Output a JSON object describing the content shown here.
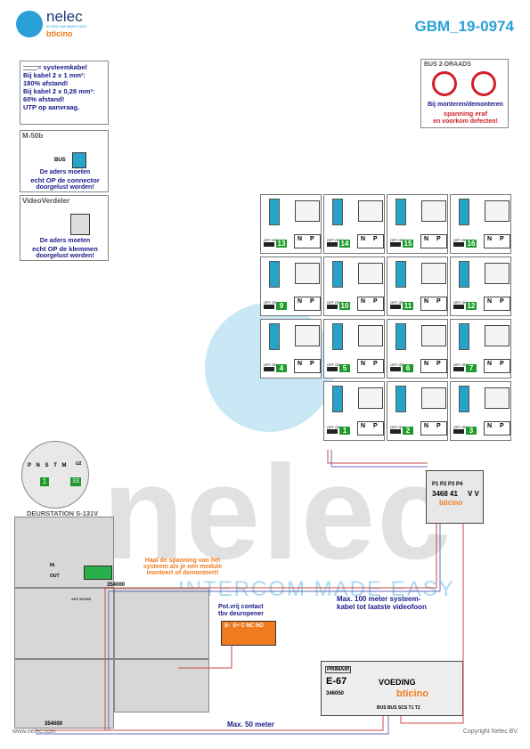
{
  "header": {
    "brand_name": "nelec",
    "brand_tagline": "INTERCOM MADE EASY",
    "brand_sub": "bticino",
    "doc_code": "GBM_19-0974"
  },
  "legend_box": {
    "line1": "= systeemkabel",
    "line2": "Bij kabel 2 x 1 mm²:",
    "line3": "180% afstand!",
    "line4": "Bij kabel 2 x 0,28 mm²:",
    "line5": "60% afstand!",
    "line6": "UTP op aanvraag."
  },
  "m50b_box": {
    "title": "M-50b",
    "bus_label": "BUS",
    "text1": "De aders moeten",
    "text2": "echt OP de connector",
    "text3": "doorgelust worden!"
  },
  "videoverdeler_box": {
    "title": "VideoVerdeler",
    "text1": "De aders moeten",
    "text2": "echt OP de klemmen",
    "text3": "doorgelust worden!"
  },
  "warning_box": {
    "title": "BUS 2-DRAADS",
    "text1": "Bij monteren/demonteren",
    "text2": "spanning eraf",
    "text3": "en voorkom defecten!"
  },
  "monitors": [
    {
      "num": "13"
    },
    {
      "num": "14"
    },
    {
      "num": "15"
    },
    {
      "num": "16"
    },
    {
      "num": "9"
    },
    {
      "num": "10"
    },
    {
      "num": "11"
    },
    {
      "num": "12"
    },
    {
      "num": "4"
    },
    {
      "num": "5"
    },
    {
      "num": "6"
    },
    {
      "num": "7"
    },
    {
      "num": "1"
    },
    {
      "num": "2"
    },
    {
      "num": "3"
    }
  ],
  "monitor_labels": {
    "n": "N",
    "p": "P",
    "off_on": "OFF ON"
  },
  "distributor": {
    "ports": "P1 P2 P3 P4",
    "model": "3468 41",
    "vv": "V V",
    "brand": "bticino"
  },
  "keypad_zoom": {
    "labels": "P N S T M",
    "mod": "U2",
    "num1": "1",
    "num2": "33"
  },
  "door_station": {
    "title": "DEURSTATION S-131V",
    "in_label": "IN",
    "out_label": "OUT",
    "code1": "354000",
    "code2": "354000",
    "article": "ART.352000"
  },
  "note_voltage": {
    "line1": "Haal de spanning van het",
    "line2": "systeem als je een module",
    "line3": "monteert of demonteert!"
  },
  "contact": {
    "title1": "Pot.vrij contact",
    "title2": "tbv deuropener",
    "terminals": "S-  S+ C NC NO"
  },
  "distance_note": {
    "line1": "Max. 100 meter systeem-",
    "line2": "kabel tot laatste videofoon"
  },
  "max50": "Max. 50 meter",
  "psu": {
    "primair": "PRIMAIR",
    "model": "E-67",
    "voeding": "VOEDING",
    "code": "346050",
    "brand": "bticino",
    "bottom": "BUS BUS SCS T1 T2"
  },
  "watermark": {
    "word": "nelec",
    "tagline": "INTERCOM MADE EASY"
  },
  "footer": {
    "left": "www.nelec.com",
    "right": "Copyright Nelec BV"
  },
  "colors": {
    "accent": "#2a9fd8",
    "text_blue": "#1d1d9e",
    "warn_red": "#d0202a",
    "orange": "#f07b1e",
    "green": "#1e9a2b"
  }
}
